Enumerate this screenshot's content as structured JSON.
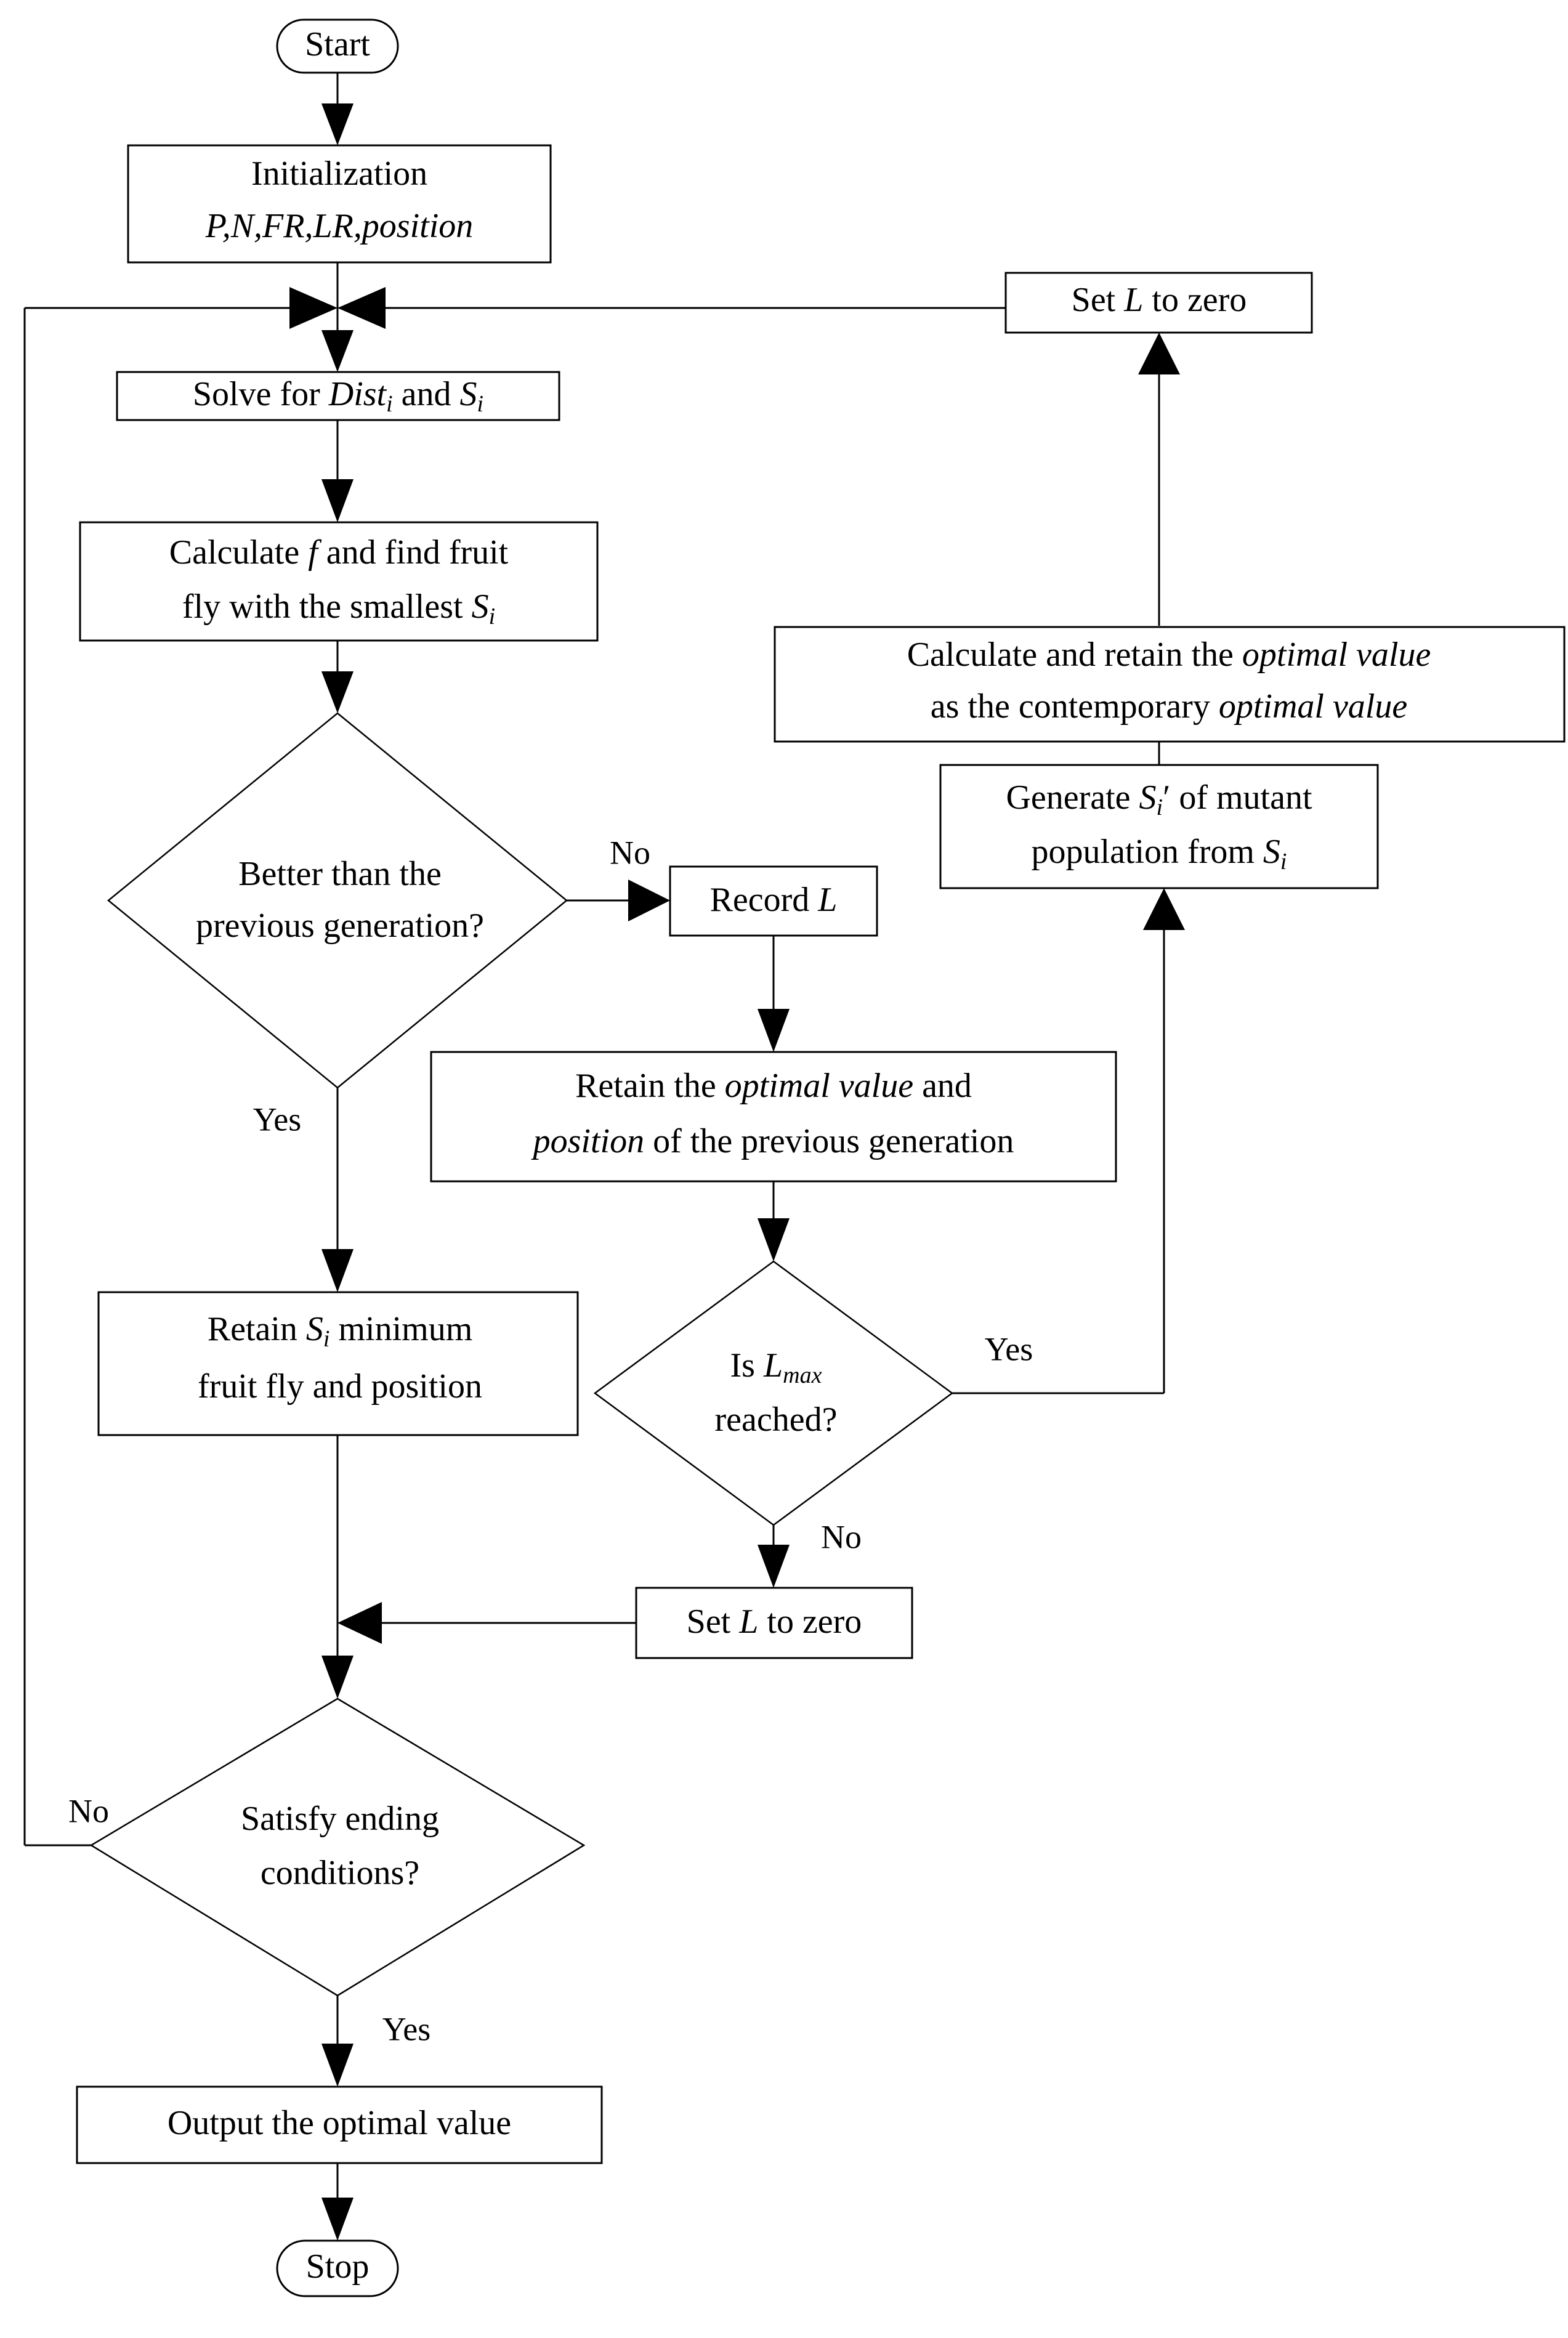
{
  "diagram": {
    "title": "Fruit fly optimization algorithm flowchart",
    "type": "flowchart",
    "background_color": "#ffffff",
    "line_color": "#000000",
    "text_color": "#000000"
  },
  "nodes": {
    "start": {
      "id": "start",
      "shape": "terminator",
      "label": "Start"
    },
    "initialization": {
      "id": "initialization",
      "shape": "process",
      "line1": "Initialization",
      "line2_italic": "P,N,FR,LR,position"
    },
    "solve": {
      "id": "solve",
      "shape": "process",
      "prefix": "Solve for ",
      "var1": "Dist",
      "var1_sub": "i",
      "middle": " and ",
      "var2": "S",
      "var2_sub": "i"
    },
    "calculate_f": {
      "id": "calculate_f",
      "shape": "process",
      "line1_a": "Calculate ",
      "line1_italic": "f",
      "line1_b": " and find fruit",
      "line2_a": "fly with the smallest ",
      "line2_var": "S",
      "line2_sub": "i"
    },
    "better_than_prev": {
      "id": "better_than_prev",
      "shape": "decision",
      "line1": "Better than the",
      "line2": "previous generation?"
    },
    "record_l": {
      "id": "record_l",
      "shape": "process",
      "prefix": "Record ",
      "var_italic": "L"
    },
    "retain_optimal_prev": {
      "id": "retain_optimal_prev",
      "shape": "process",
      "line1_a": "Retain the ",
      "line1_italic": "optimal value",
      "line1_b": " and",
      "line2_italic": "position",
      "line2_b": " of the previous generation"
    },
    "retain_si_min": {
      "id": "retain_si_min",
      "shape": "process",
      "line1_a": "Retain ",
      "line1_var": "S",
      "line1_sub": "i",
      "line1_b": " minimum",
      "line2": "fruit fly and position"
    },
    "is_lmax_reached": {
      "id": "is_lmax_reached",
      "shape": "decision",
      "line1_a": "Is ",
      "line1_var": "L",
      "line1_sub": "max",
      "line2": "reached?"
    },
    "set_l_zero_bottom": {
      "id": "set_l_zero_bottom",
      "shape": "process",
      "prefix": "Set ",
      "var_italic": "L",
      "suffix": " to zero"
    },
    "generate_mutant": {
      "id": "generate_mutant",
      "shape": "process",
      "line1_a": "Generate ",
      "line1_var": "S",
      "line1_sub": "i",
      "line1_prime": "′",
      "line1_b": " of mutant",
      "line2_a": "population from ",
      "line2_var": "S",
      "line2_sub": "i"
    },
    "calc_retain_contemporary": {
      "id": "calc_retain_contemporary",
      "shape": "process",
      "line1_a": "Calculate and retain the ",
      "line1_italic": "optimal value",
      "line2_a": "as the contemporary ",
      "line2_italic": "optimal value"
    },
    "set_l_zero_top": {
      "id": "set_l_zero_top",
      "shape": "process",
      "prefix": "Set ",
      "var_italic": "L",
      "suffix": " to zero"
    },
    "satisfy_ending": {
      "id": "satisfy_ending",
      "shape": "decision",
      "line1": "Satisfy ending",
      "line2": "conditions?"
    },
    "output_optimal": {
      "id": "output_optimal",
      "shape": "process",
      "label": "Output the optimal value"
    },
    "stop": {
      "id": "stop",
      "shape": "terminator",
      "label": "Stop"
    }
  },
  "edge_labels": {
    "better_no": "No",
    "better_yes": "Yes",
    "lmax_yes": "Yes",
    "lmax_no": "No",
    "satisfy_no": "No",
    "satisfy_yes": "Yes"
  }
}
